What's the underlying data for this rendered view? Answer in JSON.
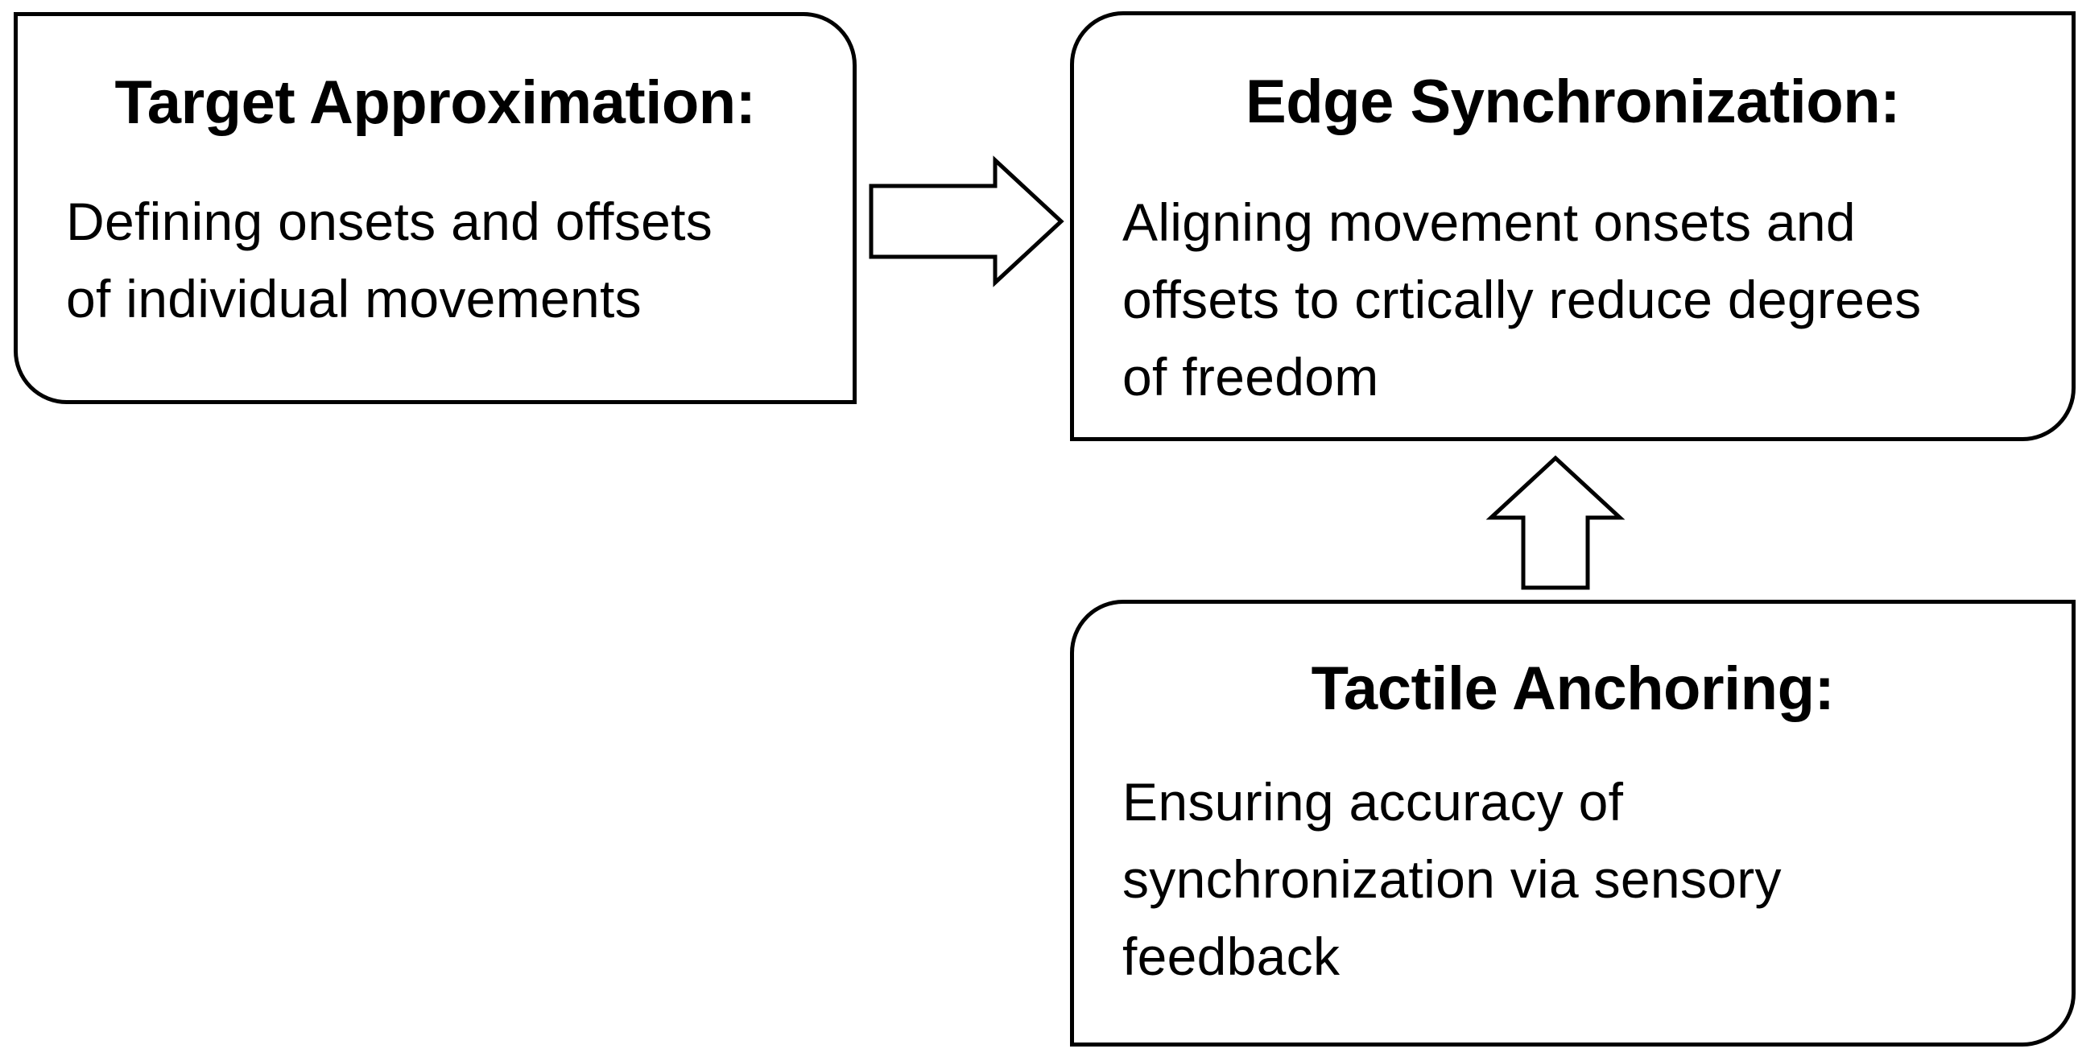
{
  "boxes": {
    "target_approximation": {
      "title": "Target Approximation:",
      "body": "Defining onsets and offsets\nof individual movements"
    },
    "edge_synchronization": {
      "title": "Edge Synchronization:",
      "body": "Aligning movement onsets and\noffsets to crtically reduce degrees\nof freedom"
    },
    "tactile_anchoring": {
      "title": "Tactile Anchoring:",
      "body": "Ensuring accuracy of\nsynchronization via sensory\nfeedback"
    }
  },
  "connections": [
    {
      "from": "target_approximation",
      "to": "edge_synchronization",
      "style": "hollow-block-arrow"
    },
    {
      "from": "tactile_anchoring",
      "to": "edge_synchronization",
      "style": "hollow-block-arrow"
    }
  ],
  "colors": {
    "stroke": "#000000",
    "fill": "#ffffff",
    "text": "#000000"
  }
}
